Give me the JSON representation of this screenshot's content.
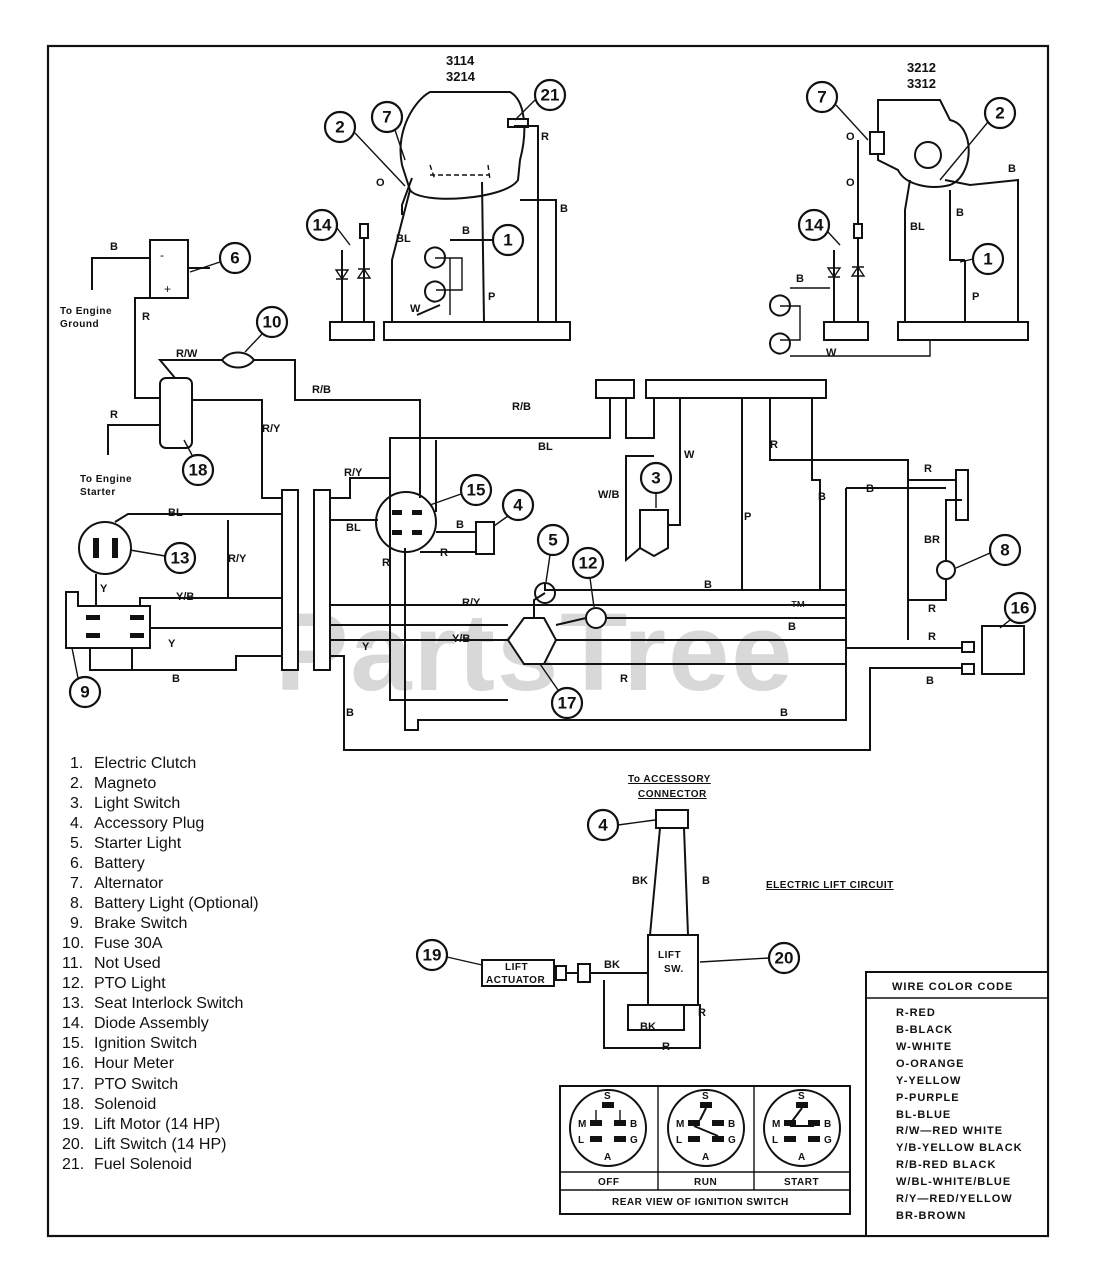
{
  "models_left": [
    "3114",
    "3214"
  ],
  "models_right": [
    "3212",
    "3312"
  ],
  "notes": {
    "engine_ground": [
      "To Engine",
      "Ground"
    ],
    "engine_starter": [
      "To Engine",
      "Starter"
    ],
    "accessory_connector": [
      "To ACCESSORY",
      "CONNECTOR"
    ],
    "electric_lift": "ELECTRIC LIFT CIRCUIT",
    "lift_actuator": [
      "LIFT",
      "ACTUATOR"
    ],
    "lift_switch": [
      "LIFT",
      "SW."
    ],
    "ignition_rear_view": "REAR VIEW OF IGNITION SWITCH"
  },
  "wire_labels": [
    "B",
    "R",
    "O",
    "BL",
    "W",
    "P",
    "R/W",
    "R/B",
    "R/Y",
    "BL",
    "W/B",
    "Y",
    "Y/B",
    "BR",
    "BK"
  ],
  "legend": [
    {
      "num": "1.",
      "label": "Electric Clutch"
    },
    {
      "num": "2.",
      "label": "Magneto"
    },
    {
      "num": "3.",
      "label": "Light Switch"
    },
    {
      "num": "4.",
      "label": "Accessory Plug"
    },
    {
      "num": "5.",
      "label": "Starter Light"
    },
    {
      "num": "6.",
      "label": "Battery"
    },
    {
      "num": "7.",
      "label": "Alternator"
    },
    {
      "num": "8.",
      "label": "Battery Light (Optional)"
    },
    {
      "num": "9.",
      "label": "Brake Switch"
    },
    {
      "num": "10.",
      "label": "Fuse 30A"
    },
    {
      "num": "11.",
      "label": "Not Used"
    },
    {
      "num": "12.",
      "label": "PTO Light"
    },
    {
      "num": "13.",
      "label": "Seat Interlock Switch"
    },
    {
      "num": "14.",
      "label": "Diode Assembly"
    },
    {
      "num": "15.",
      "label": "Ignition Switch"
    },
    {
      "num": "16.",
      "label": "Hour Meter"
    },
    {
      "num": "17.",
      "label": "PTO Switch"
    },
    {
      "num": "18.",
      "label": "Solenoid"
    },
    {
      "num": "19.",
      "label": "Lift Motor (14 HP)"
    },
    {
      "num": "20.",
      "label": "Lift Switch (14 HP)"
    },
    {
      "num": "21.",
      "label": "Fuel Solenoid"
    }
  ],
  "wire_color_code": {
    "title": "WIRE COLOR CODE",
    "entries": [
      "R-RED",
      "B-BLACK",
      "W-WHITE",
      "O-ORANGE",
      "Y-YELLOW",
      "P-PURPLE",
      "BL-BLUE",
      "R/W—RED WHITE",
      "Y/B-YELLOW BLACK",
      "R/B-RED BLACK",
      "W/BL-WHITE/BLUE",
      "R/Y—RED/YELLOW",
      "BR-BROWN"
    ]
  },
  "ignition_positions": [
    "OFF",
    "RUN",
    "START"
  ],
  "ignition_terminals": [
    "S",
    "M",
    "L",
    "B",
    "G",
    "A"
  ],
  "watermark": "PartsTree",
  "trademark": "™"
}
